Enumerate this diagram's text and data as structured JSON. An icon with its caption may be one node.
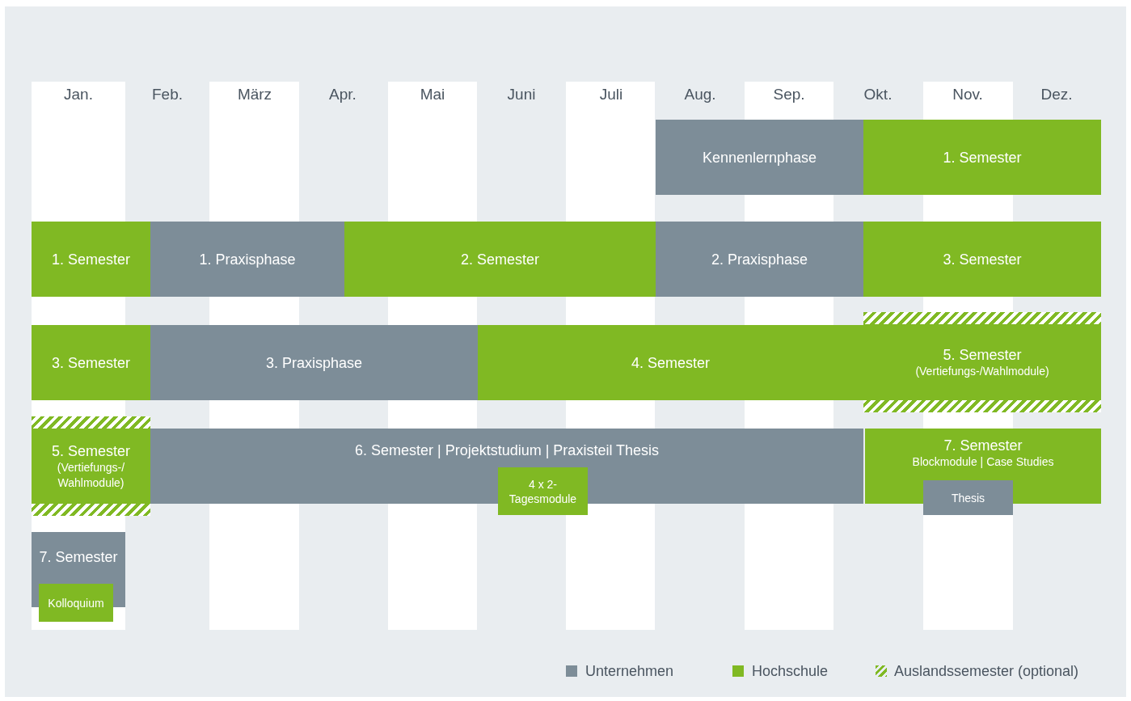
{
  "diagram": {
    "nodes": [
      {
        "text": [
          "Kennenlernphase"
        ]
      },
      {
        "text": [
          "1. Semester"
        ]
      },
      {
        "text": [
          "1. Semester"
        ]
      },
      {
        "text": [
          "1. Praxisphase"
        ]
      },
      {
        "text": [
          "2. Semester"
        ]
      },
      {
        "text": [
          "2. Praxisphase"
        ]
      },
      {
        "text": [
          "3. Semester"
        ]
      },
      {
        "text": [
          "3. Semester"
        ]
      },
      {
        "text": [
          "3. Praxisphase"
        ]
      },
      {
        "text": [
          "4. Semester"
        ]
      },
      {
        "text": [
          "5. Semester",
          "(Vertiefungs-/Wahlmodule)"
        ]
      },
      {
        "text": [
          "5. Semester",
          "(Vertiefungs-/ Wahlmodule)"
        ]
      },
      {
        "text": [
          "6. Semester | Projektstudium | Praxisteil Thesis"
        ]
      },
      {
        "text": [
          "4 x 2-Tagesmodule"
        ]
      },
      {
        "text": [
          "7. Semester",
          "Blockmodule | Case Studies"
        ]
      },
      {
        "text": [
          "Thesis"
        ]
      },
      {
        "text": [
          "7. Semester"
        ]
      },
      {
        "text": [
          "Kolloquium"
        ]
      }
    ],
    "labels": [
      "Jan.",
      "Feb.",
      "März",
      "Apr.",
      "Mai",
      "Juni",
      "Juli",
      "Aug.",
      "Sep.",
      "Okt.",
      "Nov.",
      "Dez."
    ],
    "legend": [
      {
        "text": "Unternehmen",
        "color": "#7d8d98"
      },
      {
        "text": "Hochschule",
        "color": "#80b923"
      },
      {
        "text": "Auslandssemester (optional)"
      }
    ]
  }
}
